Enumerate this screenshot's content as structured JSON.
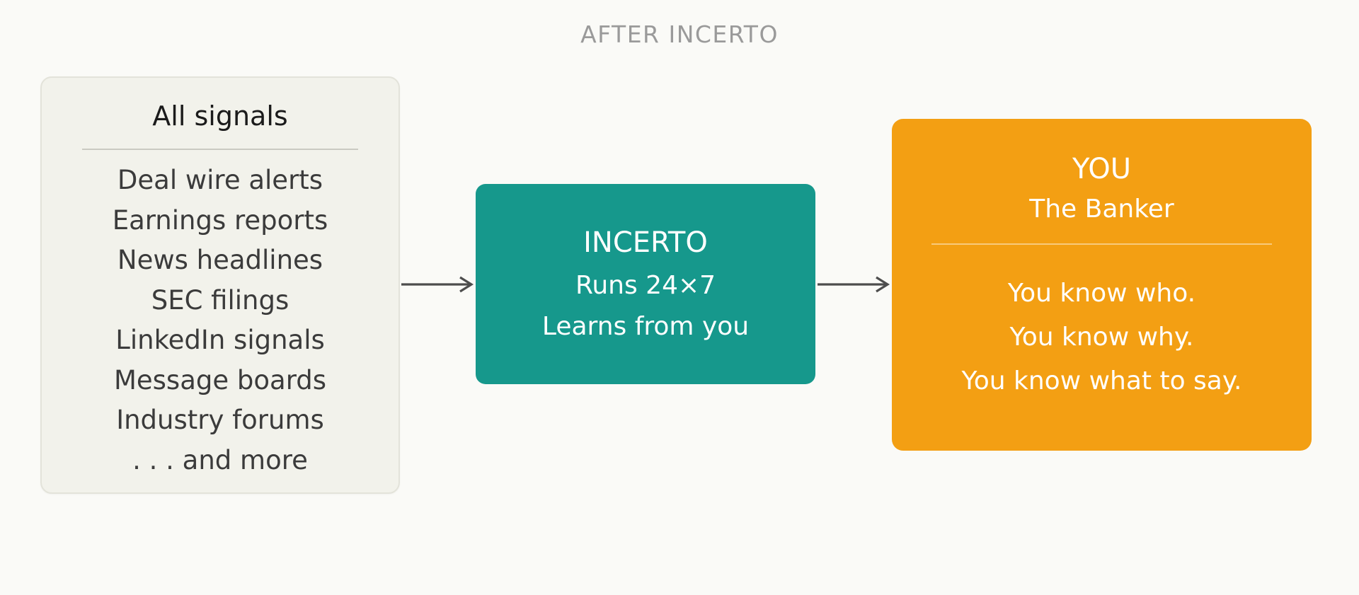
{
  "page": {
    "title": "AFTER INCERTO",
    "background_color": "#fafaf7",
    "title_color": "#9a9a9a"
  },
  "diagram": {
    "signals_panel": {
      "title": "All signals",
      "background_color": "#f2f2eb",
      "items": [
        "Deal wire alerts",
        "Earnings reports",
        "News headlines",
        "SEC filings",
        "LinkedIn signals",
        "Message boards",
        "Industry forums",
        ". . . and more"
      ]
    },
    "incerto_box": {
      "title": "INCERTO",
      "lines": [
        "Runs 24×7",
        "Learns from you"
      ],
      "color": "#16988c"
    },
    "you_box": {
      "title": "YOU",
      "subtitle": "The Banker",
      "lines": [
        "You know who.",
        "You know why.",
        "You know what to say."
      ],
      "color": "#f39f13"
    },
    "arrow_color": "#4d4d4d"
  }
}
